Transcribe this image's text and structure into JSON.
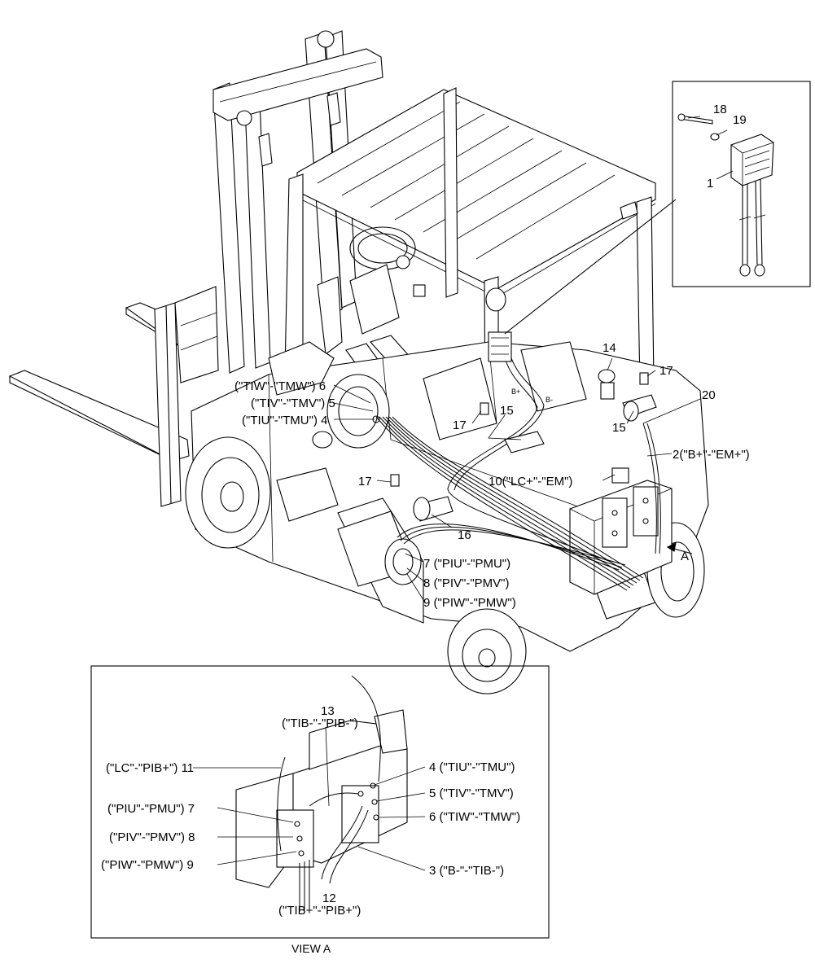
{
  "callouts": {
    "c1": "1",
    "c18": "18",
    "c19": "19",
    "c14": "14",
    "c17a": "17",
    "c17b": "17",
    "c17c": "17",
    "c15a": "15",
    "c15b": "15",
    "c20": "20",
    "c2": "2(\"B+\"-\"EM+\")",
    "c10": "10(\"LC+\"-\"EM\")",
    "c16": "16",
    "c6": "(\"TIW\"-\"TMW\") 6",
    "c5": "(\"TIV\"-\"TMV\") 5",
    "c4": "(\"TIU\"-\"TMU\") 4",
    "c7": "7 (\"PIU\"-\"PMU\")",
    "c8": "8 (\"PIV\"-\"PMV\")",
    "c9": "9 (\"PIW\"-\"PMW\")",
    "arrowA": "A",
    "bplus": "B+",
    "bminus": "B-"
  },
  "view_a": {
    "title": "VIEW A",
    "c13": "13",
    "c13text": "(\"TIB-\"-\"PIB-\")",
    "c11": "(\"LC\"-\"PIB+\") 11",
    "c7": "(\"PIU\"-\"PMU\") 7",
    "c8": "(\"PIV\"-\"PMV\") 8",
    "c9": "(\"PIW\"-\"PMW\") 9",
    "c4": "4 (\"TIU\"-\"TMU\")",
    "c5": "5 (\"TIV\"-\"TMV\")",
    "c6": "6 (\"TIW\"-\"TMW\")",
    "c3": "3 (\"B-\"-\"TIB-\")",
    "c12": "12",
    "c12text": "(\"TIB+\"-\"PIB+\")"
  }
}
